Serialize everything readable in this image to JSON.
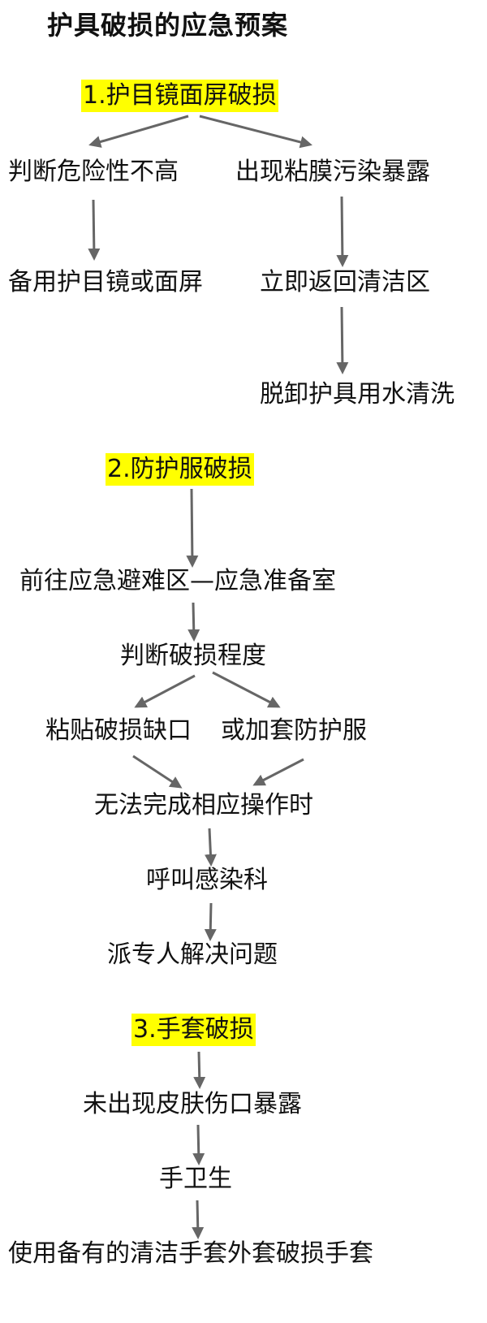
{
  "title": "护具破损的应急预案",
  "sections": {
    "s1": "1.护目镜面屏破损",
    "s2": "2.防护服破损",
    "s3": "3.手套破损"
  },
  "nodes": {
    "n1a": "判断危险性不高",
    "n1b": "出现粘膜污染暴露",
    "n1c": "备用护目镜或面屏",
    "n1d": "立即返回清洁区",
    "n1e": "脱卸护具用水清洗",
    "n2a": "前往应急避难区—应急准备室",
    "n2b": "判断破损程度",
    "n2c": "粘贴破损缺口",
    "n2d": "或加套防护服",
    "n2e": "无法完成相应操作时",
    "n2f": "呼叫感染科",
    "n2g": "派专人解决问题",
    "n3a": "未出现皮肤伤口暴露",
    "n3b": "手卫生",
    "n3c": "使用备有的清洁手套外套破损手套"
  },
  "colors": {
    "highlight": "#ffff00",
    "arrow": "#666666",
    "text": "#111111"
  }
}
